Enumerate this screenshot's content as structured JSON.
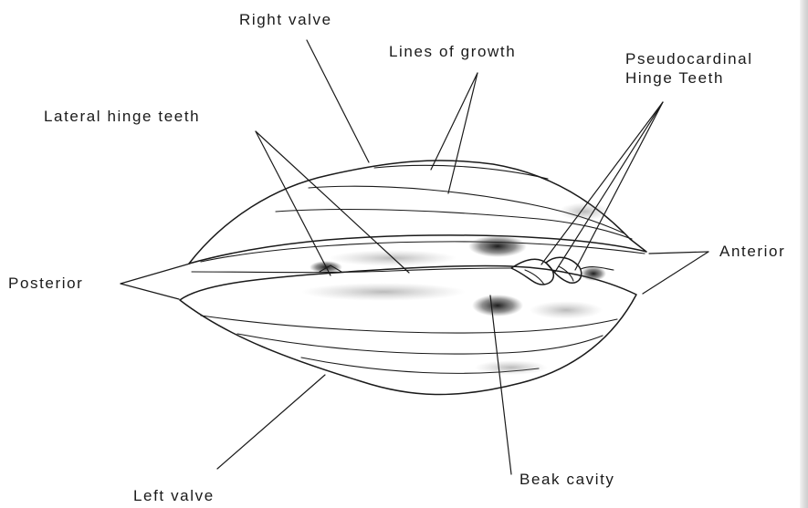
{
  "diagram": {
    "labels": {
      "right_valve": "Right  valve",
      "lines_of_growth": "Lines of growth",
      "pseudocardinal_line1": "Pseudocardinal",
      "pseudocardinal_line2": "Hinge Teeth",
      "lateral_hinge_teeth": "Lateral hinge teeth",
      "posterior": "Posterior",
      "anterior": "Anterior",
      "beak_cavity": "Beak  cavity",
      "left_valve": "Left  valve"
    }
  }
}
